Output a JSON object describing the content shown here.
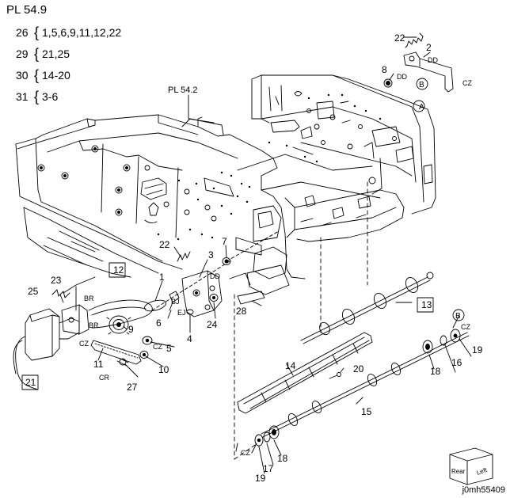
{
  "plate": {
    "title": "PL 54.9",
    "kits": [
      {
        "qty": "26",
        "brace": "{",
        "items": "1,5,6,9,11,12,22"
      },
      {
        "qty": "29",
        "brace": "{",
        "items": "21,25"
      },
      {
        "qty": "30",
        "brace": "{",
        "items": "14-20"
      },
      {
        "qty": "31",
        "brace": "{",
        "items": "3-6"
      }
    ],
    "cross_ref": "PL 54.2",
    "drawing_code": "j0mh55409"
  },
  "orientation": {
    "rear": "Rear",
    "left": "Left"
  },
  "callouts": {
    "p1": "1",
    "p2": "2",
    "p3": "3",
    "p4": "4",
    "p5": "5",
    "p6": "6",
    "p7": "7",
    "p8": "8",
    "p9": "9",
    "p10": "10",
    "p11": "11",
    "p12": "12",
    "p13": "13",
    "p14": "14",
    "p15": "15",
    "p16": "16",
    "p17": "17",
    "p18": "18",
    "p18b": "18",
    "p19": "19",
    "p19b": "19",
    "p20": "20",
    "p21": "21",
    "p22": "22",
    "p22b": "22",
    "p23": "23",
    "p24": "24",
    "p25": "25",
    "p27": "27",
    "p28": "28"
  },
  "codes": {
    "dd1": "DD",
    "dd2": "DD",
    "dd3": "DD",
    "cz1": "CZ",
    "cz2": "CZ",
    "cz3": "CZ",
    "cz4": "CZ",
    "cz5": "CZ",
    "br1": "BR",
    "br2": "BR",
    "bj": "BJ",
    "ej": "EJ",
    "cr": "CR",
    "a": "A",
    "b1": "B",
    "b2": "B"
  }
}
